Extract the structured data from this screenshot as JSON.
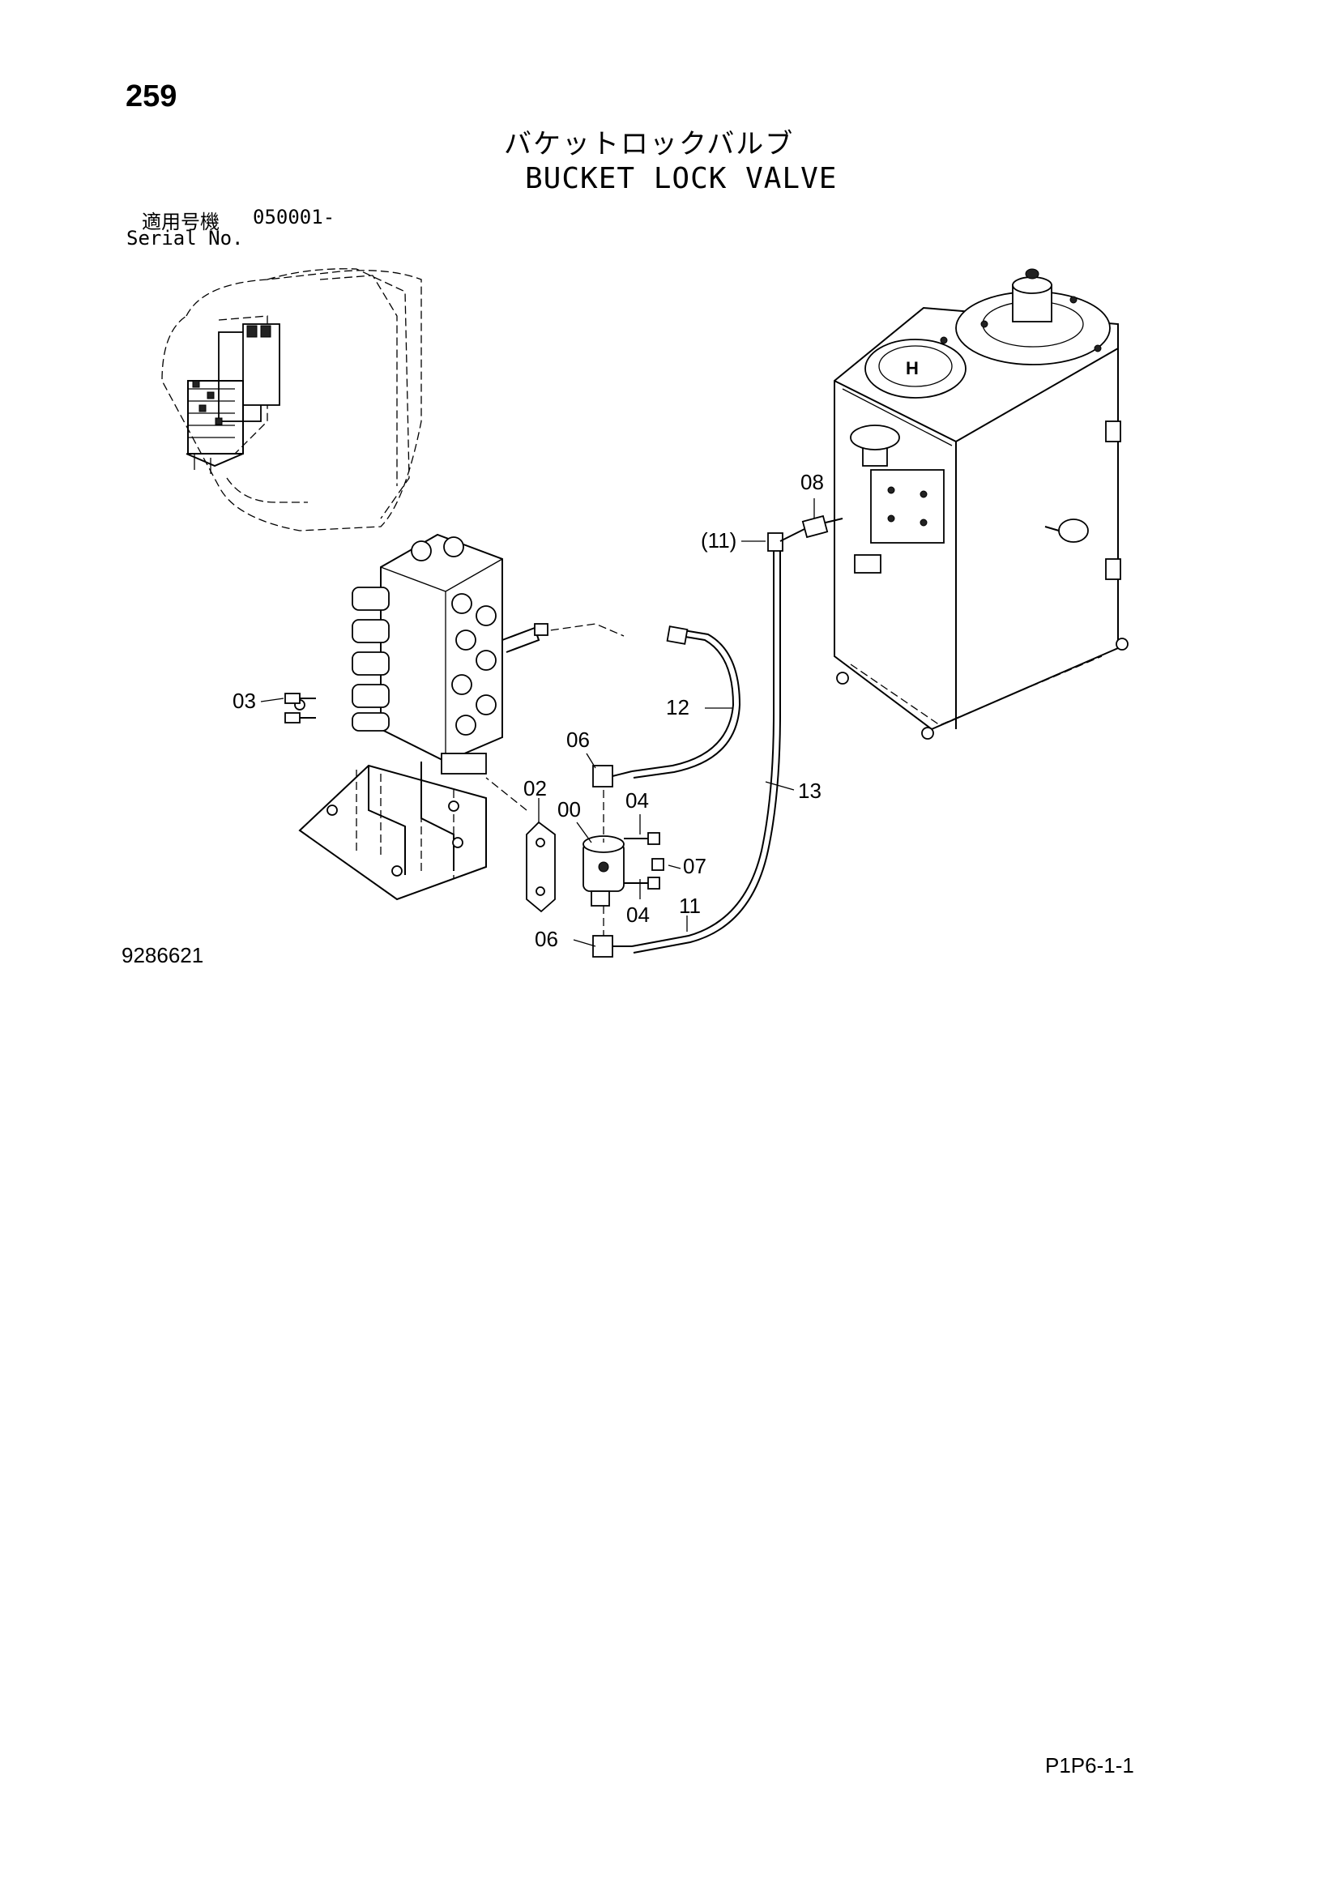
{
  "page_number": "259",
  "title_ja": "バケットロックバルブ",
  "title_en": "BUCKET LOCK VALVE",
  "serial": {
    "label_ja": "適用号機",
    "value": "050001-",
    "label_en": "Serial No."
  },
  "drawing_id": "9286621",
  "page_code": "P1P6-1-1",
  "callouts": {
    "c08": "08",
    "c11p": "(11)",
    "c03": "03",
    "c12": "12",
    "c06a": "06",
    "c13": "13",
    "c02": "02",
    "c00": "00",
    "c04a": "04",
    "c07": "07",
    "c04b": "04",
    "c11": "11",
    "c06b": "06"
  }
}
